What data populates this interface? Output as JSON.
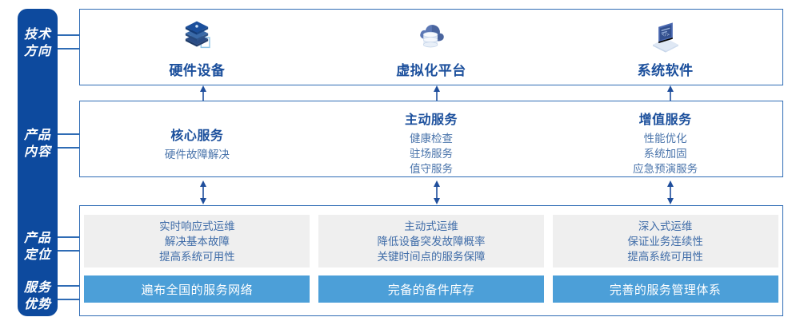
{
  "sidebar": {
    "labels": [
      {
        "name": "tech-direction",
        "line1": "技术",
        "line2": "方向"
      },
      {
        "name": "product-content",
        "line1": "产品",
        "line2": "内容"
      },
      {
        "name": "product-position",
        "line1": "产品",
        "line2": "定位"
      },
      {
        "name": "service-advantage",
        "line1": "服务",
        "line2": "优势"
      }
    ],
    "color": "#0d4a9e"
  },
  "tech_row": {
    "items": [
      {
        "icon": "server-stack-icon",
        "label": "硬件设备"
      },
      {
        "icon": "cloud-database-icon",
        "label": "虚拟化平台"
      },
      {
        "icon": "laptop-code-icon",
        "label": "系统软件"
      }
    ]
  },
  "content_row": {
    "items": [
      {
        "title": "核心服务",
        "details": [
          "硬件故障解决"
        ]
      },
      {
        "title": "主动服务",
        "details": [
          "健康检查",
          "驻场服务",
          "值守服务"
        ]
      },
      {
        "title": "增值服务",
        "details": [
          "性能优化",
          "系统加固",
          "应急预演服务"
        ]
      }
    ]
  },
  "bottom_row": {
    "positioning": [
      {
        "lines": [
          "实时响应式运维",
          "解决基本故障",
          "提高系统可用性"
        ]
      },
      {
        "lines": [
          "主动式运维",
          "降低设备突发故障概率",
          "关键时间点的服务保障"
        ]
      },
      {
        "lines": [
          "深入式运维",
          "保证业务连续性",
          "提高系统可用性"
        ]
      }
    ],
    "advantages": [
      {
        "label": "遍布全国的服务网络"
      },
      {
        "label": "完备的备件库存"
      },
      {
        "label": "完善的服务管理体系"
      }
    ]
  },
  "colors": {
    "sidebar_blue": "#0d4a9e",
    "border_blue": "#2f6cb5",
    "title_blue": "#1b4f9c",
    "text_blue": "#4a74ab",
    "bar_blue": "#4c9fd8",
    "grey_panel": "#efefef"
  }
}
